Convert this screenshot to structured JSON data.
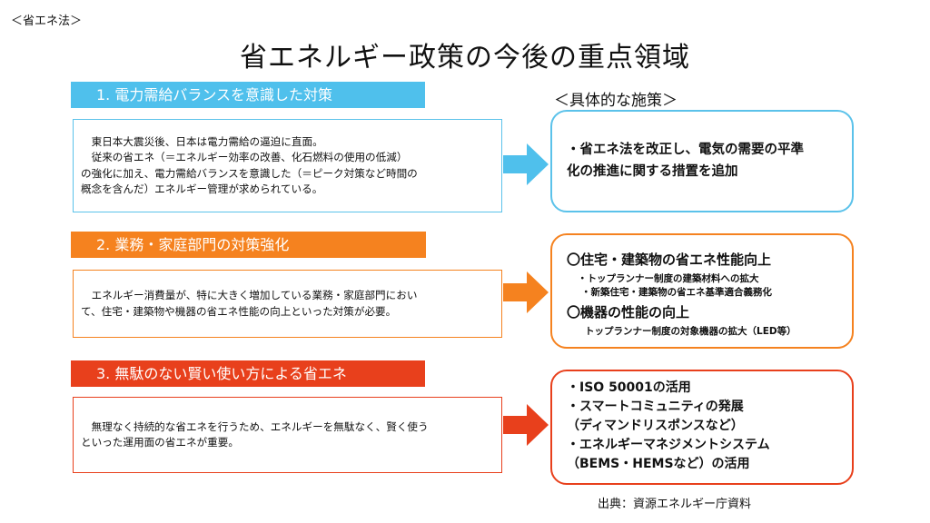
{
  "section_tag": "＜省エネ法＞",
  "title": "省エネルギー政策の今後の重点領域",
  "measures_heading": "＜具体的な施策＞",
  "source": "出典：資源エネルギー庁資料",
  "colors": {
    "blue": "#4fc0ec",
    "orange": "#f5821f",
    "red": "#e8401c"
  },
  "areas": [
    {
      "header": "1. 電力需給バランスを意識した対策",
      "description": "　東日本大震災後、日本は電力需給の逼迫に直面。\n　従来の省エネ（＝エネルギー効率の改善、化石燃料の使用の低減）\nの強化に加え、電力需給バランスを意識した（＝ピーク対策など時間の\n概念を含んだ）エネルギー管理が求められている。",
      "measures": "・省エネ法を改正し、電気の需要の平準\n化の推進に関する措置を追加"
    },
    {
      "header": "2. 業務・家庭部門の対策強化",
      "description": "　エネルギー消費量が、特に大きく増加している業務・家庭部門におい\nて、住宅・建築物や機器の省エネ性能の向上といった対策が必要。",
      "measures": {
        "head1": "〇住宅・建築物の省エネ性能向上",
        "sub1": "・トップランナー制度の建築材料への拡大",
        "sub2": "・新築住宅・建築物の省エネ基準適合義務化",
        "head2": "〇機器の性能の向上",
        "sub3": "トップランナー制度の対象機器の拡大（LED等）"
      }
    },
    {
      "header": "3. 無駄のない賢い使い方による省エネ",
      "description": "　無理なく持続的な省エネを行うため、エネルギーを無駄なく、賢く使う\nといった運用面の省エネが重要。",
      "measures": "・ISO 50001の活用\n・スマートコミュニティの発展\n（ディマンドリスポンスなど）\n・エネルギーマネジメントシステム\n（BEMS・HEMSなど）の活用"
    }
  ]
}
